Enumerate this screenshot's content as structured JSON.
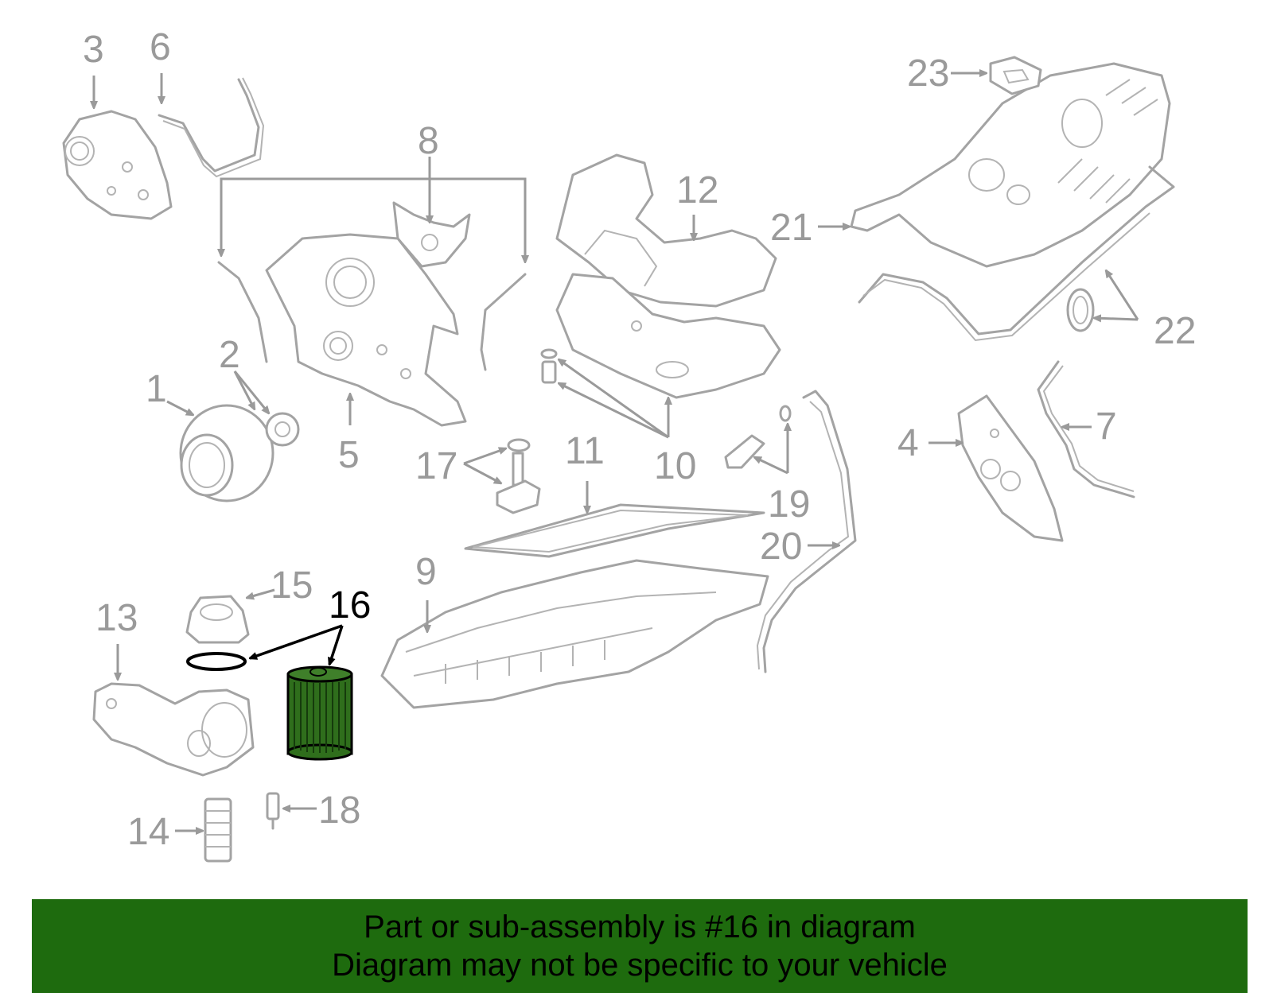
{
  "callouts": {
    "c1": "1",
    "c2": "2",
    "c3": "3",
    "c4": "4",
    "c5": "5",
    "c6": "6",
    "c7": "7",
    "c8": "8",
    "c9": "9",
    "c10": "10",
    "c11": "11",
    "c12": "12",
    "c13": "13",
    "c14": "14",
    "c15": "15",
    "c16": "16",
    "c17": "17",
    "c18": "18",
    "c19": "19",
    "c20": "20",
    "c21": "21",
    "c22": "22",
    "c23": "23"
  },
  "highlighted_part": "16",
  "colors": {
    "line_gray": "#a3a3a3",
    "highlight_green": "#2f6e1c",
    "banner_green": "#1e6b0e",
    "banner_text": "#000000"
  },
  "banner": {
    "line1": "Part or sub-assembly is #16 in diagram",
    "line2": "Diagram may not be specific to your vehicle"
  }
}
